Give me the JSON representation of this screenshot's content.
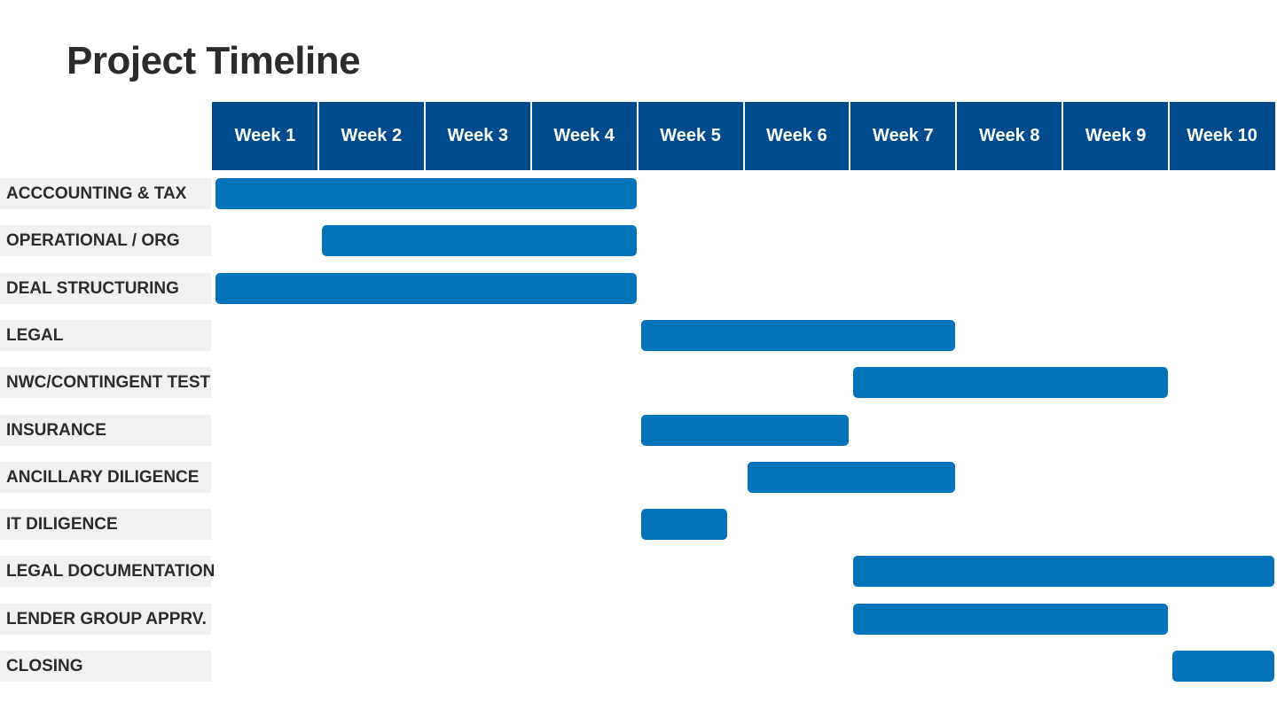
{
  "title": "Project Timeline",
  "chart_data": {
    "type": "gantt",
    "title": "Project Timeline",
    "x_unit": "week",
    "xlim": [
      0,
      10
    ],
    "categories": [
      "Week 1",
      "Week 2",
      "Week 3",
      "Week 4",
      "Week 5",
      "Week 6",
      "Week 7",
      "Week 8",
      "Week 9",
      "Week 10"
    ],
    "tasks": [
      {
        "label": "ACCCOUNTING & TAX",
        "start": 0,
        "end": 4
      },
      {
        "label": "OPERATIONAL / ORG",
        "start": 1,
        "end": 4
      },
      {
        "label": "DEAL STRUCTURING",
        "start": 0,
        "end": 4
      },
      {
        "label": "LEGAL",
        "start": 4,
        "end": 7
      },
      {
        "label": "NWC/CONTINGENT TEST",
        "start": 6,
        "end": 9
      },
      {
        "label": "INSURANCE",
        "start": 4,
        "end": 6
      },
      {
        "label": "ANCILLARY DILIGENCE",
        "start": 5,
        "end": 7
      },
      {
        "label": "IT DILIGENCE",
        "start": 4,
        "end": 4.85
      },
      {
        "label": "LEGAL DOCUMENTATION",
        "start": 6,
        "end": 10
      },
      {
        "label": "LENDER GROUP APPRV.",
        "start": 6,
        "end": 9
      },
      {
        "label": "CLOSING",
        "start": 9,
        "end": 10
      }
    ],
    "colors": {
      "header": "#004b8d",
      "bar": "#0273bb",
      "label_bg": "#f1f1f1",
      "text": "#2b2b2b"
    },
    "grid": false
  }
}
